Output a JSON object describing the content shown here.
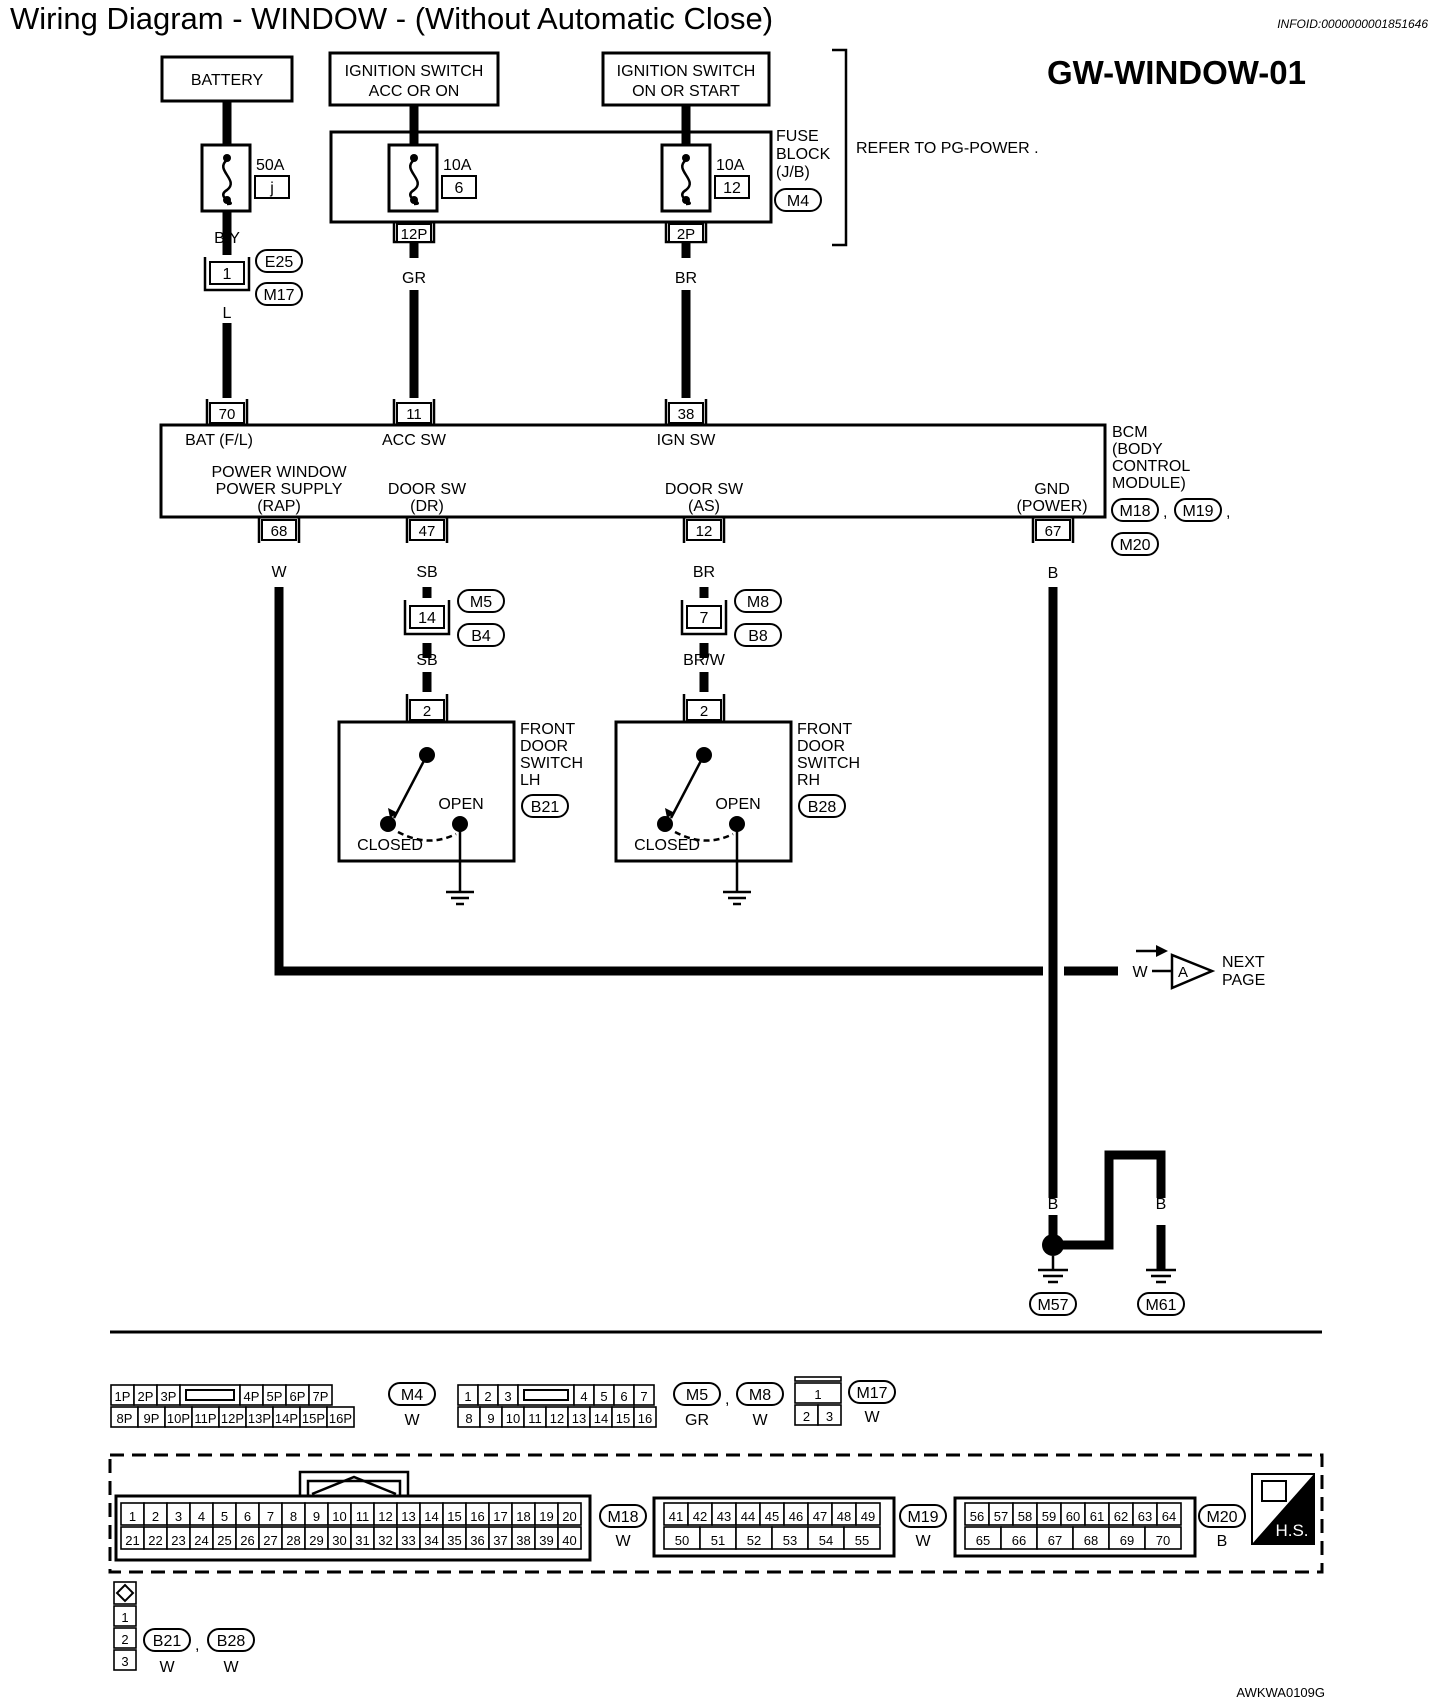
{
  "header": {
    "title": "Wiring Diagram - WINDOW - (Without Automatic Close)",
    "info_id": "INFOID:0000000001851646",
    "diagram_code": "GW-WINDOW-01",
    "footer_code": "AWKWA0109G"
  },
  "power": {
    "battery": "BATTERY",
    "ign_acc_l1": "IGNITION SWITCH",
    "ign_acc_l2": "ACC OR ON",
    "ign_on_l1": "IGNITION SWITCH",
    "ign_on_l2": "ON OR START",
    "fuse_bat_amp": "50A",
    "fuse_bat_id": "j",
    "fuse_acc_amp": "10A",
    "fuse_acc_id": "6",
    "fuse_ign_amp": "10A",
    "fuse_ign_id": "12",
    "fuse_block_l1": "FUSE",
    "fuse_block_l2": "BLOCK",
    "fuse_block_l3": "(J/B)",
    "fuse_block_conn": "M4",
    "refer": "REFER TO  PG-POWER .",
    "pin_12p": "12P",
    "pin_2p": "2P"
  },
  "wires": {
    "by": "B/Y",
    "l": "L",
    "gr": "GR",
    "br": "BR",
    "w": "W",
    "sb": "SB",
    "sb2": "SB",
    "br2": "BR",
    "brw": "BR/W",
    "b": "B",
    "b1": "B",
    "b2": "B",
    "b3": "B",
    "w_next": "W"
  },
  "joints": {
    "j1_pin": "1",
    "j1_conn_a": "E25",
    "j1_conn_b": "M17",
    "j14_pin": "14",
    "j14_conn_a": "M5",
    "j14_conn_b": "B4",
    "j7_pin": "7",
    "j7_conn_a": "M8",
    "j7_conn_b": "B8"
  },
  "bcm": {
    "label_l1": "BCM",
    "label_l2": "(BODY",
    "label_l3": "CONTROL",
    "label_l4": "MODULE)",
    "conn_1": "M18",
    "conn_2": "M19",
    "conn_3": "M20",
    "comma": ",",
    "pin_70": "70",
    "pin_11": "11",
    "pin_38": "38",
    "pin_68": "68",
    "pin_47": "47",
    "pin_12": "12",
    "pin_67": "67",
    "bat": "BAT (F/L)",
    "acc": "ACC SW",
    "ign": "IGN SW",
    "pwps_l1": "POWER WINDOW",
    "pwps_l2": "POWER SUPPLY",
    "pwps_l3": "(RAP)",
    "dsdr_l1": "DOOR SW",
    "dsdr_l2": "(DR)",
    "dsas_l1": "DOOR SW",
    "dsas_l2": "(AS)",
    "gnd_l1": "GND",
    "gnd_l2": "(POWER)"
  },
  "switch_lh": {
    "pin": "2",
    "l1": "FRONT",
    "l2": "DOOR",
    "l3": "SWITCH",
    "l4": "LH",
    "conn": "B21",
    "open": "OPEN",
    "closed": "CLOSED"
  },
  "switch_rh": {
    "pin": "2",
    "l1": "FRONT",
    "l2": "DOOR",
    "l3": "SWITCH",
    "l4": "RH",
    "conn": "B28",
    "open": "OPEN",
    "closed": "CLOSED"
  },
  "next_page": {
    "letter": "A",
    "l1": "NEXT",
    "l2": "PAGE"
  },
  "grounds": {
    "g1": "M57",
    "g2": "M61"
  },
  "connectors": {
    "m4": {
      "row1": [
        "1P",
        "2P",
        "3P",
        "",
        "4P",
        "5P",
        "6P",
        "7P"
      ],
      "row2": [
        "8P",
        "9P",
        "10P",
        "11P",
        "12P",
        "13P",
        "14P",
        "15P",
        "16P"
      ],
      "name": "M4",
      "color": "W"
    },
    "m5m8": {
      "row1": [
        "1",
        "2",
        "3",
        "",
        "4",
        "5",
        "6",
        "7"
      ],
      "row2": [
        "8",
        "9",
        "10",
        "11",
        "12",
        "13",
        "14",
        "15",
        "16"
      ],
      "name_a": "M5",
      "name_b": "M8",
      "color_a": "GR",
      "color_b": "W",
      "comma": ","
    },
    "m17": {
      "row1": [
        "1"
      ],
      "row2": [
        "2",
        "3"
      ],
      "name": "M17",
      "color": "W"
    },
    "m18": {
      "row1": [
        "1",
        "2",
        "3",
        "4",
        "5",
        "6",
        "7",
        "8",
        "9",
        "10",
        "11",
        "12",
        "13",
        "14",
        "15",
        "16",
        "17",
        "18",
        "19",
        "20"
      ],
      "row2": [
        "21",
        "22",
        "23",
        "24",
        "25",
        "26",
        "27",
        "28",
        "29",
        "30",
        "31",
        "32",
        "33",
        "34",
        "35",
        "36",
        "37",
        "38",
        "39",
        "40"
      ],
      "name": "M18",
      "color": "W"
    },
    "m19": {
      "row1": [
        "41",
        "42",
        "43",
        "44",
        "45",
        "46",
        "47",
        "48",
        "49"
      ],
      "row2": [
        "50",
        "51",
        "52",
        "53",
        "54",
        "55"
      ],
      "name": "M19",
      "color": "W"
    },
    "m20": {
      "row1": [
        "56",
        "57",
        "58",
        "59",
        "60",
        "61",
        "62",
        "63",
        "64"
      ],
      "row2": [
        "65",
        "66",
        "67",
        "68",
        "69",
        "70"
      ],
      "name": "M20",
      "color": "B"
    },
    "hs": "H.S.",
    "b21b28": {
      "pins": [
        "1",
        "2",
        "3"
      ],
      "name_a": "B21",
      "name_b": "B28",
      "color_a": "W",
      "color_b": "W",
      "comma": ","
    }
  }
}
